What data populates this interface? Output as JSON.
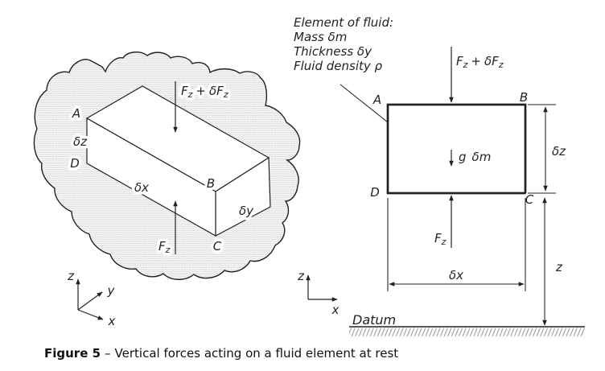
{
  "figure": {
    "caption_label": "Figure 5",
    "caption_separator": "–",
    "caption_text": "Vertical forces acting on a fluid element at rest"
  },
  "annotation": {
    "line1": "Element of fluid:",
    "line2": "Mass δm",
    "line3": "Thickness δy",
    "line4": "Fluid density ρ"
  },
  "labels": {
    "corner_a": "A",
    "corner_b": "B",
    "corner_c": "C",
    "corner_d": "D",
    "dim_dx": "δx",
    "dim_dy": "δy",
    "dim_dz": "δz",
    "force_f": "F",
    "force_subscript": "z",
    "plus": "+",
    "force_delta_f": "δF",
    "weight_g": "g",
    "weight_dm": "δm",
    "axis_x": "x",
    "axis_y": "y",
    "axis_z": "z",
    "height_z": "z",
    "datum": "Datum"
  },
  "colors": {
    "line": "#222222",
    "texture": "#c6c6c6",
    "hatch": "#9a9a9a",
    "background": "#ffffff"
  }
}
